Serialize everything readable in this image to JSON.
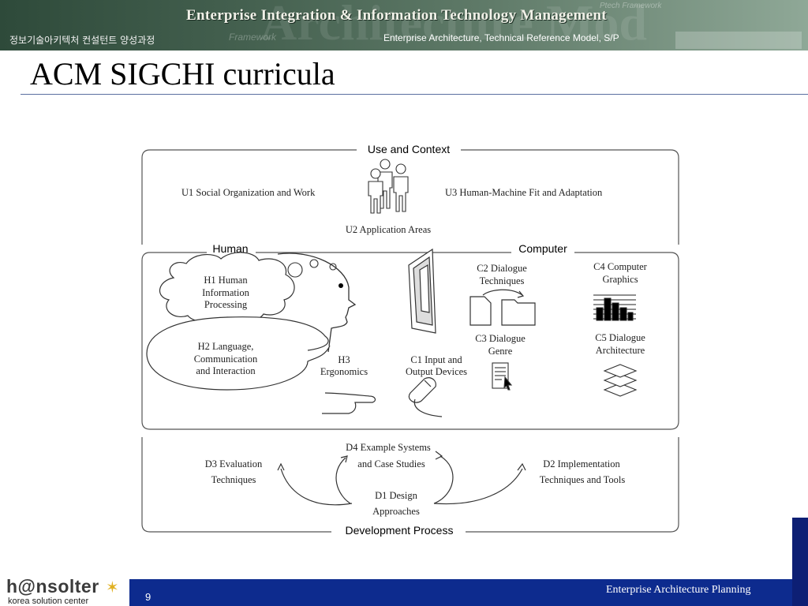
{
  "header": {
    "banner_title": "Enterprise Integration & Information Technology Management",
    "course": "정보기술아키텍처 컨설턴트 양성과정",
    "subtitle": "Enterprise Architecture, Technical Reference Model, S/P"
  },
  "slide": {
    "title": "ACM SIGCHI curricula"
  },
  "diagram": {
    "use_context": {
      "heading": "Use and Context",
      "u1": "U1 Social Organization and Work",
      "u2": "U2 Application Areas",
      "u3": "U3 Human-Machine Fit and Adaptation"
    },
    "human": {
      "heading": "Human",
      "h1": [
        "H1 Human",
        "Information",
        "Processing"
      ],
      "h2": [
        "H2 Language,",
        "Communication",
        "and Interaction"
      ],
      "h3": [
        "H3",
        "Ergonomics"
      ]
    },
    "computer": {
      "heading": "Computer",
      "c1": [
        "C1 Input and",
        "Output Devices"
      ],
      "c2": [
        "C2 Dialogue",
        "Techniques"
      ],
      "c3": [
        "C3 Dialogue",
        "Genre"
      ],
      "c4": [
        "C4 Computer",
        "Graphics"
      ],
      "c5": [
        "C5 Dialogue",
        "Architecture"
      ]
    },
    "development": {
      "heading": "Development Process",
      "d1": [
        "D1 Design",
        "Approaches"
      ],
      "d2": [
        "D2 Implementation",
        "Techniques and Tools"
      ],
      "d3": [
        "D3 Evaluation",
        "Techniques"
      ],
      "d4": [
        "D4 Example Systems",
        "and Case Studies"
      ]
    }
  },
  "footer": {
    "logo": "h@nsolter",
    "logo_sub": "korea solution center",
    "page_number": "9",
    "label": "Enterprise Architecture Planning"
  },
  "colors": {
    "banner": "#44604f",
    "footer_band": "#0d2b8e",
    "title_rule": "#5a6fa0"
  }
}
